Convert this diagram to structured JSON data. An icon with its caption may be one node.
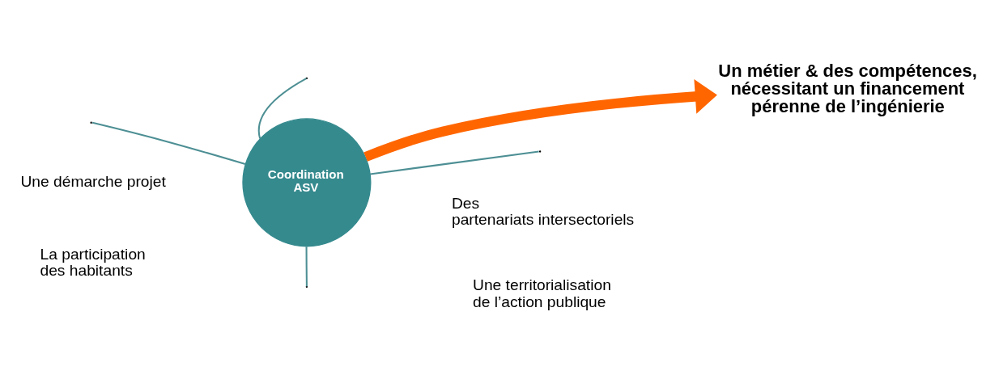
{
  "diagram": {
    "nodes": [
      {
        "text": [
          "Coordination ASV"
        ]
      },
      {
        "text": [
          "Un métier & des compétences, nécessitant un financement pérenne de l’ingénierie"
        ]
      }
    ],
    "edges": [
      {
        "from": 0,
        "to": null,
        "arrow": "none"
      },
      {
        "from": 0,
        "to": null,
        "arrow": "none"
      },
      {
        "from": 0,
        "to": null,
        "arrow": "none"
      },
      {
        "from": 0,
        "to": null,
        "arrow": "none"
      },
      {
        "from": 0,
        "to": 1,
        "arrow": "to",
        "style": "thick",
        "color": "#ff6600"
      }
    ],
    "labels": [
      "Une démarche projet",
      "Des partenariats intersectoriels",
      "La participation des habitants",
      "Une territorialisation de l’action publique"
    ]
  }
}
